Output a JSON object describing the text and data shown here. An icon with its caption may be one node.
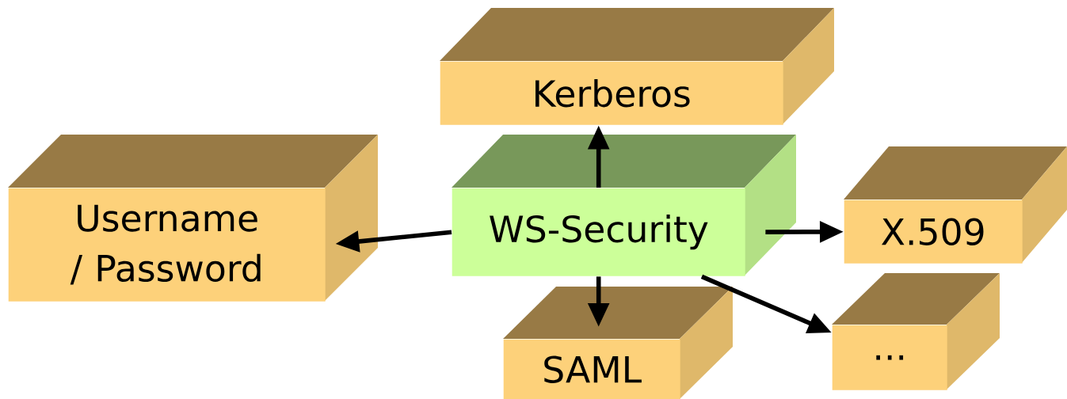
{
  "diagram": {
    "nodes": [
      {
        "text": [
          "Kerberos"
        ]
      },
      {
        "text": [
          "Username / Password"
        ]
      },
      {
        "text": [
          "WS-Security"
        ]
      },
      {
        "text": [
          "X.509"
        ]
      },
      {
        "text": [
          "SAML"
        ]
      },
      {
        "text": [
          "..."
        ]
      }
    ],
    "edges": [
      {
        "from": 2,
        "to": 0,
        "arrow": "to"
      },
      {
        "from": 2,
        "to": 1,
        "arrow": "to"
      },
      {
        "from": 2,
        "to": 3,
        "arrow": "to"
      },
      {
        "from": 2,
        "to": 4,
        "arrow": "to"
      },
      {
        "from": 2,
        "to": 5,
        "arrow": "to"
      }
    ]
  }
}
